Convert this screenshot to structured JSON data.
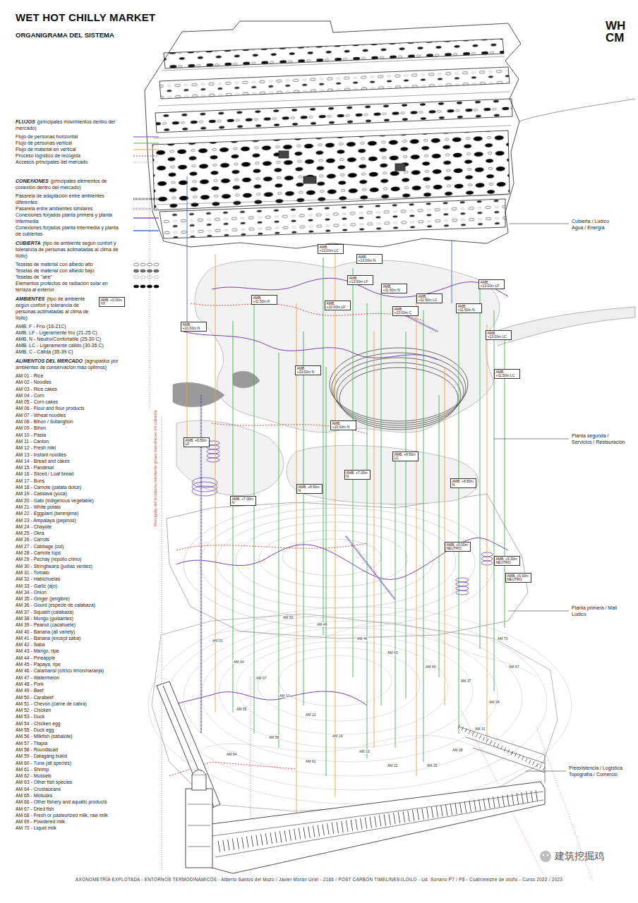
{
  "diagram": {
    "title": "WET HOT CHILLY MARKET",
    "nodes": [
      {
        "text": [
          "AMB. +0.00m XX"
        ]
      },
      {
        "text": [
          "AMB. +13.00m LC"
        ]
      },
      {
        "text": [
          "AMB. +13.00m N"
        ]
      },
      {
        "text": [
          "AMB. +13.00m LF"
        ]
      },
      {
        "text": [
          "AMB. +11.50m N"
        ]
      },
      {
        "text": [
          "AMB. +11.50m LC"
        ]
      },
      {
        "text": [
          "AMB. +13.00m LF"
        ]
      },
      {
        "text": [
          "AMB. +11.50m N"
        ]
      },
      {
        "text": [
          "AMB. +10.00m C"
        ]
      },
      {
        "text": [
          "AMB. +10.00m LF"
        ]
      },
      {
        "text": [
          "AMB. +11.50m F"
        ]
      },
      {
        "text": [
          "AMB. +10.00m N"
        ]
      },
      {
        "text": [
          "AMB. +13.00m LC"
        ]
      },
      {
        "text": [
          "AMB. +10.00m N"
        ]
      },
      {
        "text": [
          "AMB. +11.50m LC"
        ]
      },
      {
        "text": [
          "AMB. +10.00m N"
        ]
      },
      {
        "text": [
          "AMB. +8.50m LF"
        ]
      },
      {
        "text": [
          "AMB. +8.50m N"
        ]
      },
      {
        "text": [
          "AMB. +8.50m LC"
        ]
      },
      {
        "text": [
          "AMB. +7.00m N"
        ]
      },
      {
        "text": [
          "AMB. +8.50m N"
        ]
      },
      {
        "text": [
          "AMB. +5.00m NEUTRO"
        ]
      },
      {
        "text": [
          "AMB. +5.00m NEUTRO"
        ]
      },
      {
        "text": [
          "AMB. +5.00m NEUTRO"
        ]
      },
      {
        "text": [
          "AMB. +7.00m N"
        ]
      }
    ],
    "labels": [
      "ORGANIGRAMA DEL SISTEMA",
      "WH",
      "CM",
      "FLUJOS",
      "(principales movimientos dentro del mercado)",
      "CONEXIONES",
      "(principales elementos de conexión dentro del mercado)",
      "CUBIERTA",
      "(tipo de ambiente según confort y tolerancia de personas aclimatadas al clima de Iloilo)",
      "AMBIENTES",
      "(tipo de ambiente según confort y tolerancia de personas aclimatadas al clima de Iloilo)",
      "AMB. F - Frío (16-21C)",
      "AMB. LF - Ligeramente frío (21-25 C)",
      "AMB. N - Neutro/Confortable (25-30 C)",
      "AMB. LC - Ligeramente cálido (30-35 C)",
      "AMB. C - Cálida (35-39 C)",
      "ALIMENTOS DEL MERCADO",
      "(agrupados por ambientes de conservación más óptimos)",
      "AM 01 - Rice",
      "AM 02 - Noodles",
      "AM 03 - Rice cakes",
      "AM 04 - Corn",
      "AM 05 - Corn cakes",
      "AM 06 - Flour and flour products",
      "AM 07 - Wheat noodles",
      "AM 08 - Bihon / Sotanghon",
      "AM 09 - Bihon",
      "AM 10 - Pasta",
      "AM 11 - Canton",
      "AM 12 - Fresh miki",
      "AM 13 - Instant noodles",
      "AM 14 - Bread and cakes",
      "AM 15 - Pandesal",
      "AM 16 - Sliced / Loaf bread",
      "AM 17 - Buns",
      "AM 18 - Camote (patata dulce)",
      "AM 19 - Cassava (yuca)",
      "AM 20 - Gabi (indigenous vegetable)",
      "AM 21 - White potato",
      "AM 22 - Eggplant (berenjena)",
      "AM 23 - Ampalaya (pepinos)",
      "AM 24 - Chayote",
      "AM 25 - Okra",
      "AM 26 - Carrots",
      "AM 27 - Cabbage (col)",
      "AM 28 - Camote tops",
      "AM 29 - Pechay (repollo chino)",
      "AM 30 - Stringbeans (judías verdes)",
      "AM 31 - Tomato",
      "AM 32 - Habichuelas",
      "AM 33 - Garlic (ajo)",
      "AM 34 - Onion",
      "AM 35 - Ginger (jengibre)",
      "AM 36 - Gourd (especie de calabaza)",
      "AM 37 - Squash (calabaza)",
      "AM 38 - Mongo (guisantes)",
      "AM 39 - Peanut (cacahuete)",
      "AM 40 - Banana (all variety)",
      "AM 41 - Banana (except saba)",
      "AM 42 - Saba",
      "AM 43 - Mango, ripe",
      "AM 44 - Pineapple",
      "AM 45 - Papaya, ripe",
      "AM 46 - Calamansi (cítrico limón/naranja)",
      "AM 47 - Watermelon",
      "AM 48 - Pork",
      "AM 49 - Beef",
      "AM 50 - Carabeef",
      "AM 51 - Chevon (carne de cabra)",
      "AM 52 - Chicken",
      "AM 53 - Duck",
      "AM 54 - Chicken egg",
      "AM 55 - Duck egg",
      "AM 56 - Milkfish (sabalote)",
      "AM 57 - Tilapia",
      "AM 58 - Roundscad",
      "AM 59 - Dalagang bukid",
      "AM 60 - Tuna (all species)",
      "AM 61 - Shrimp",
      "AM 62 - Mussels",
      "AM 63 - Other fish species",
      "AM 64 - Crustaceans",
      "AM 65 - Mollusks",
      "AM 66 - Other fishery and aquatic products",
      "AM 67 - Dried fish",
      "AM 68 - Fresh or pasteurized milk, raw milk",
      "AM 69 - Powdered milk",
      "AM 70 - Liquid milk",
      "Cubierta / Lúdico Agua / Energía",
      "Planta segunda / Servicios / Restauración",
      "Planta primera / Mall Lúdico",
      "Preexistencia / Logística Topografía / Comercio",
      "Recogida del producto mediante grúas mecánicas en cubierta",
      "AXONOMETRÍA EXPLOTADA - ENTORNOS TERMODINÁMICOS - Alberto Santos del Mozo / Javier Morán Uriel - 2166 / POST CARBON TIMELINES-ILOILO - Ud. Soriano P7 / P8 - Cuatrimestre de otoño - Curso 2022 / 2023",
      "建筑挖掘鸡",
      "AM 01",
      "AM 04",
      "AM 07",
      "AM 10",
      "AM 13",
      "AM 16",
      "AM 19",
      "AM 22",
      "AM 25",
      "AM 28",
      "AM 31",
      "AM 34",
      "AM 37",
      "AM 40",
      "AM 43",
      "AM 46",
      "AM 49",
      "AM 52",
      "AM 55",
      "AM 58",
      "AM 61",
      "AM 64",
      "AM 67",
      "AM 70"
    ],
    "legend": [
      {
        "text": "Flujo de personas horizontal"
      },
      {
        "text": "Flujo de personas vertical"
      },
      {
        "text": "Flujo de material en vertical"
      },
      {
        "text": "Proceso logístico de recogida"
      },
      {
        "text": "Accesos principales del mercado"
      },
      {
        "text": "Pasarela de adaptación entre ambientes diferentes"
      },
      {
        "text": "Pasarela entre ambientes similares"
      },
      {
        "text": "Conexiones forjados planta primera y planta intermedia"
      },
      {
        "text": "Conexiones forjados planta intermedia y planta de cubiertas"
      },
      {
        "text": "Teselas de material con albedo alto"
      },
      {
        "text": "Teselas de material con albedo bajo"
      },
      {
        "text": "Teselas de \"aire\""
      },
      {
        "text": "Elementos protectos de radiación solar en terraza al exterior"
      }
    ]
  }
}
